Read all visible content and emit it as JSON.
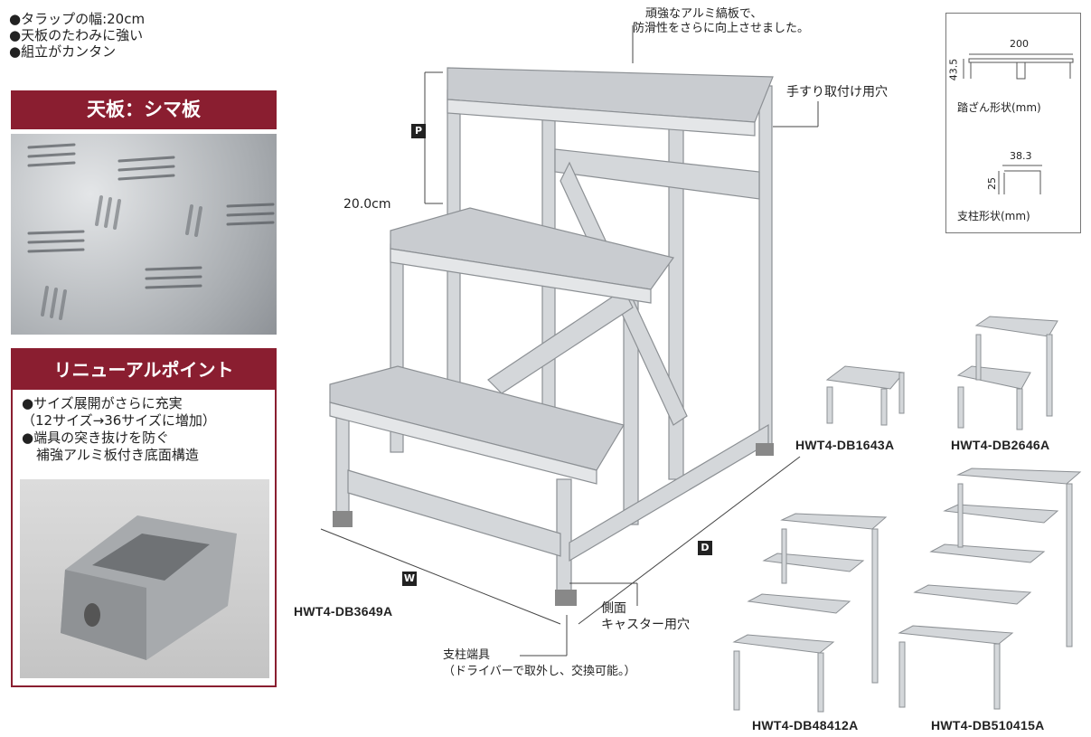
{
  "features": [
    "●タラップの幅:20cm",
    "●天板のたわみに強い",
    "●組立がカンタン"
  ],
  "tread_banner": "天板：シマ板",
  "renewal": {
    "title": "リニューアルポイント",
    "lines": [
      "●サイズ展開がさらに充実",
      "（12サイズ→36サイズに増加）",
      "●端具の突き抜けを防ぐ",
      "補強アルミ板付き底面構造"
    ]
  },
  "callouts": {
    "top": [
      "頑強なアルミ縞板で、",
      "防滑性をさらに向上させました。"
    ],
    "handrail": "手すり取付け用穴",
    "p": "P",
    "step_width": "20.0cm",
    "w": "W",
    "d": "D",
    "caster": [
      "側面",
      "キャスター用穴"
    ],
    "foot": [
      "支柱端具",
      "（ドライバーで取外し、交換可能。）"
    ]
  },
  "main_model": "HWT4-DB3649A",
  "profiles": {
    "tread_width": "200",
    "tread_height": "43.5",
    "tread_caption": "踏ざん形状(mm)",
    "post_width": "38.3",
    "post_height": "25",
    "post_caption": "支柱形状(mm)"
  },
  "models": [
    "HWT4-DB1643A",
    "HWT4-DB2646A",
    "HWT4-DB48412A",
    "HWT4-DB510415A"
  ],
  "colors": {
    "banner": "#8a1e30",
    "aluminum": "#c9ccd0"
  }
}
